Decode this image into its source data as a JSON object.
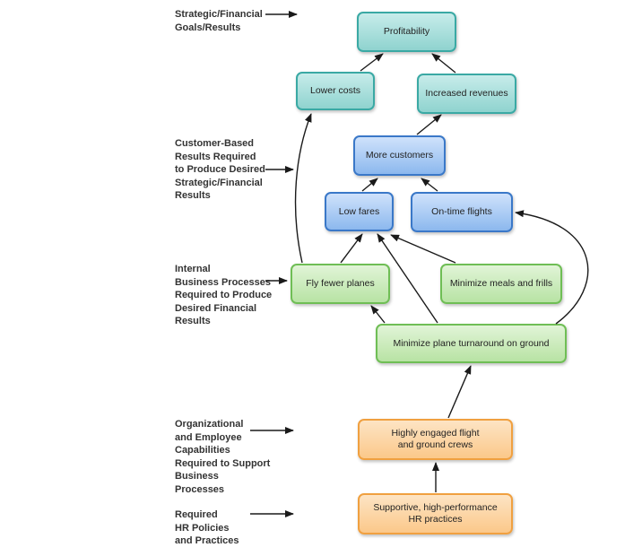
{
  "levels": [
    {
      "label": "Strategic/Financial\nGoals/Results"
    },
    {
      "label": "Customer-Based\nResults Required\nto Produce Desired\nStrategic/Financial\nResults"
    },
    {
      "label": "Internal\nBusiness Processes\nRequired to Produce\nDesired Financial\nResults"
    },
    {
      "label": "Organizational\nand Employee\nCapabilities\nRequired to Support\nBusiness\nProcesses"
    },
    {
      "label": "Required\nHR Policies\nand Practices"
    }
  ],
  "nodes": {
    "profitability": "Profitability",
    "lower_costs": "Lower costs",
    "increased_revenues": "Increased revenues",
    "more_customers": "More customers",
    "low_fares": "Low fares",
    "on_time_flights": "On-time flights",
    "fly_fewer_planes": "Fly fewer planes",
    "minimize_meals": "Minimize meals and frills",
    "minimize_turnaround": "Minimize plane turnaround on ground",
    "engaged_crews": "Highly engaged flight\nand ground crews",
    "hr_practices": "Supportive, high-performance\nHR practices"
  },
  "colors": {
    "teal": "#3aa9a4",
    "blue": "#3a78c8",
    "green": "#6fbe55",
    "orange": "#f0a040"
  }
}
